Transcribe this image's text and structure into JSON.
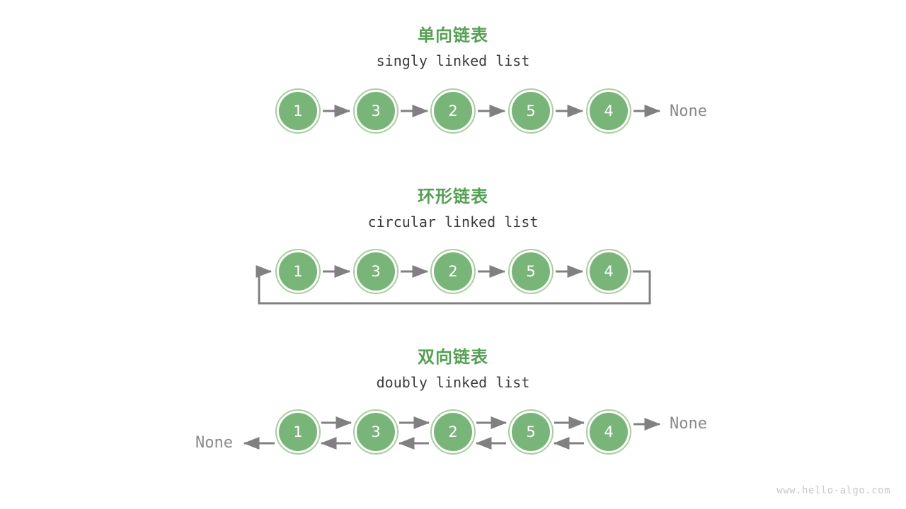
{
  "page": {
    "background": "#ffffff",
    "watermark": "www.hello-algo.com"
  },
  "colors": {
    "title_green": "#55a055",
    "node_fill": "#79b479",
    "node_ring": "#a7cfa0",
    "node_text": "#ffffff",
    "arrow_gray": "#808080",
    "subtitle_gray": "#3b3b3b",
    "none_gray": "#8a8a8a",
    "watermark_gray": "#c9c9c9"
  },
  "sections": [
    {
      "id": "singly",
      "title": "单向链表",
      "subtitle": "singly linked list",
      "nodes": [
        "1",
        "3",
        "2",
        "5",
        "4"
      ],
      "tail_label": "None",
      "head_label": null
    },
    {
      "id": "circular",
      "title": "环形链表",
      "subtitle": "circular linked list",
      "nodes": [
        "1",
        "3",
        "2",
        "5",
        "4"
      ],
      "tail_label": null,
      "head_label": null
    },
    {
      "id": "doubly",
      "title": "双向链表",
      "subtitle": "doubly linked list",
      "nodes": [
        "1",
        "3",
        "2",
        "5",
        "4"
      ],
      "tail_label": "None",
      "head_label": "None"
    }
  ]
}
